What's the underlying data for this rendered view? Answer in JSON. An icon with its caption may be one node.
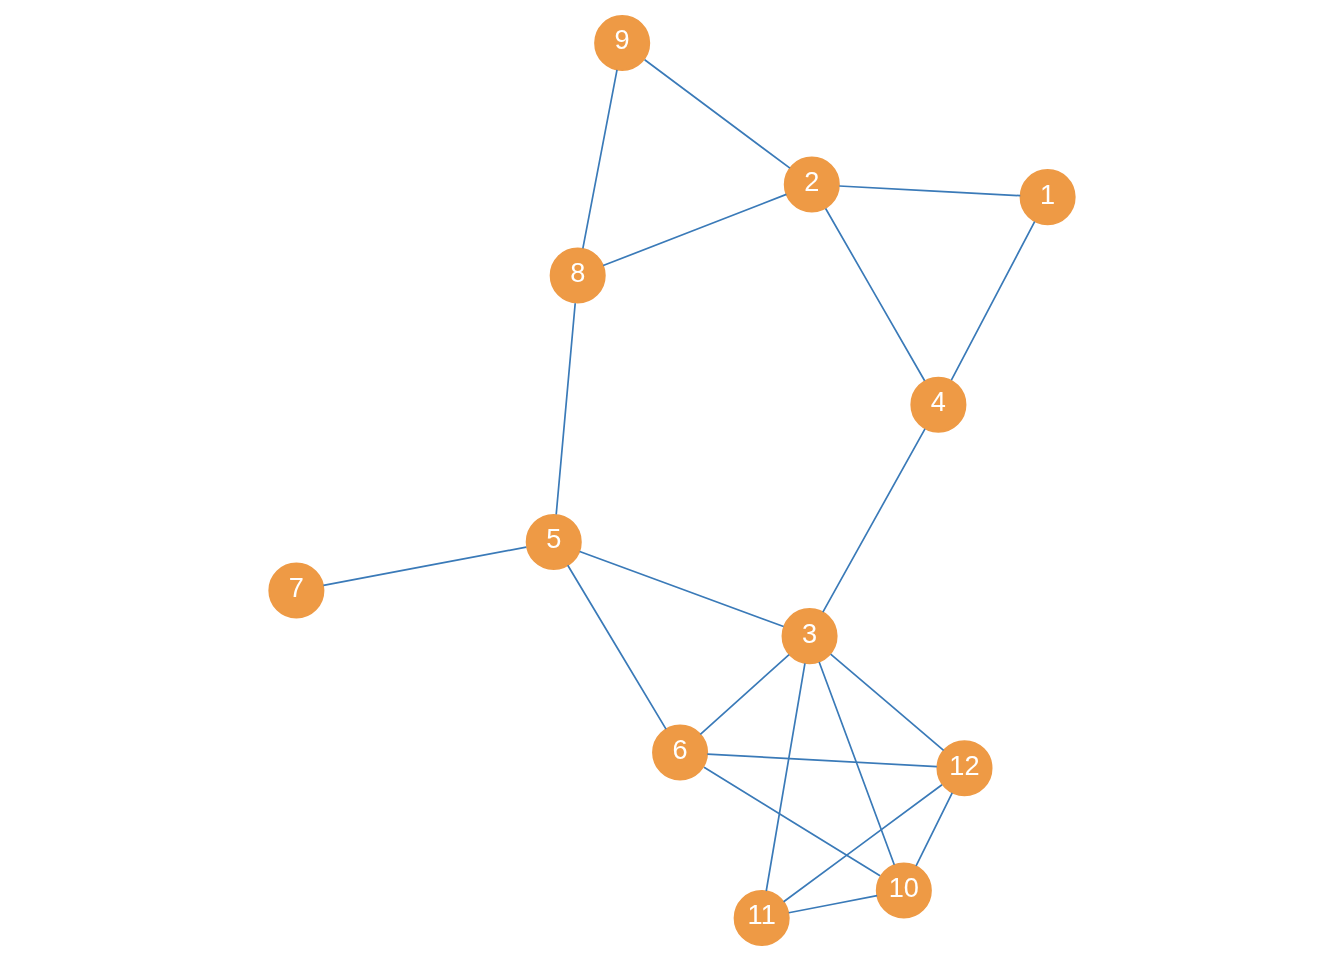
{
  "diagram": {
    "nodes": [
      {
        "text": [
          "7"
        ]
      },
      {
        "text": [
          "5"
        ]
      },
      {
        "text": [
          "6"
        ]
      },
      {
        "text": [
          "8"
        ]
      },
      {
        "text": [
          "9"
        ]
      },
      {
        "text": [
          "12"
        ]
      },
      {
        "text": [
          "3"
        ]
      },
      {
        "text": [
          "10"
        ]
      },
      {
        "text": [
          "2"
        ]
      },
      {
        "text": [
          "4"
        ]
      },
      {
        "text": [
          "11"
        ]
      },
      {
        "text": [
          "1"
        ]
      }
    ],
    "edges": [
      {
        "from": 0,
        "to": 1,
        "arrow": "none"
      },
      {
        "from": 1,
        "to": 2,
        "arrow": "none"
      },
      {
        "from": 1,
        "to": 3,
        "arrow": "none"
      },
      {
        "from": 1,
        "to": 6,
        "arrow": "none"
      },
      {
        "from": 3,
        "to": 4,
        "arrow": "none"
      },
      {
        "from": 3,
        "to": 8,
        "arrow": "none"
      },
      {
        "from": 4,
        "to": 8,
        "arrow": "none"
      },
      {
        "from": 8,
        "to": 9,
        "arrow": "none"
      },
      {
        "from": 8,
        "to": 11,
        "arrow": "none"
      },
      {
        "from": 9,
        "to": 11,
        "arrow": "none"
      },
      {
        "from": 6,
        "to": 9,
        "arrow": "none"
      },
      {
        "from": 2,
        "to": 5,
        "arrow": "none"
      },
      {
        "from": 2,
        "to": 7,
        "arrow": "none"
      },
      {
        "from": 2,
        "to": 6,
        "arrow": "none"
      },
      {
        "from": 5,
        "to": 6,
        "arrow": "none"
      },
      {
        "from": 5,
        "to": 7,
        "arrow": "none"
      },
      {
        "from": 5,
        "to": 10,
        "arrow": "none"
      },
      {
        "from": 7,
        "to": 6,
        "arrow": "none"
      },
      {
        "from": 7,
        "to": 10,
        "arrow": "none"
      },
      {
        "from": 10,
        "to": 6,
        "arrow": "none"
      }
    ]
  }
}
